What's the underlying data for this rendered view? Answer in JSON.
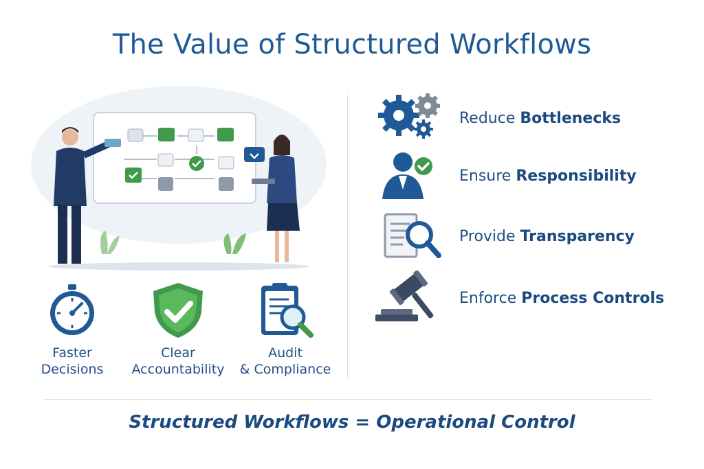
{
  "title": "The Value of Structured Workflows",
  "benefits": [
    {
      "line1": "Faster",
      "line2": "Decisions",
      "icon": "stopwatch-icon"
    },
    {
      "line1": "Clear",
      "line2": "Accountability",
      "icon": "shield-check-icon"
    },
    {
      "line1": "Audit",
      "line2": "& Compliance",
      "icon": "clipboard-magnifier-icon"
    }
  ],
  "values": [
    {
      "prefix": "Reduce ",
      "bold": "Bottlenecks",
      "icon": "gears-icon"
    },
    {
      "prefix": "Ensure ",
      "bold": "Responsibility",
      "icon": "person-check-icon"
    },
    {
      "prefix": "Provide ",
      "bold": "Transparency",
      "icon": "document-magnifier-icon"
    },
    {
      "prefix": "Enforce ",
      "bold": "Process Controls",
      "icon": "gavel-icon"
    }
  ],
  "footer": "Structured Workflows = Operational Control",
  "colors": {
    "primary": "#1f5a96",
    "green": "#3f9a4b",
    "gray": "#8e9aaa"
  }
}
